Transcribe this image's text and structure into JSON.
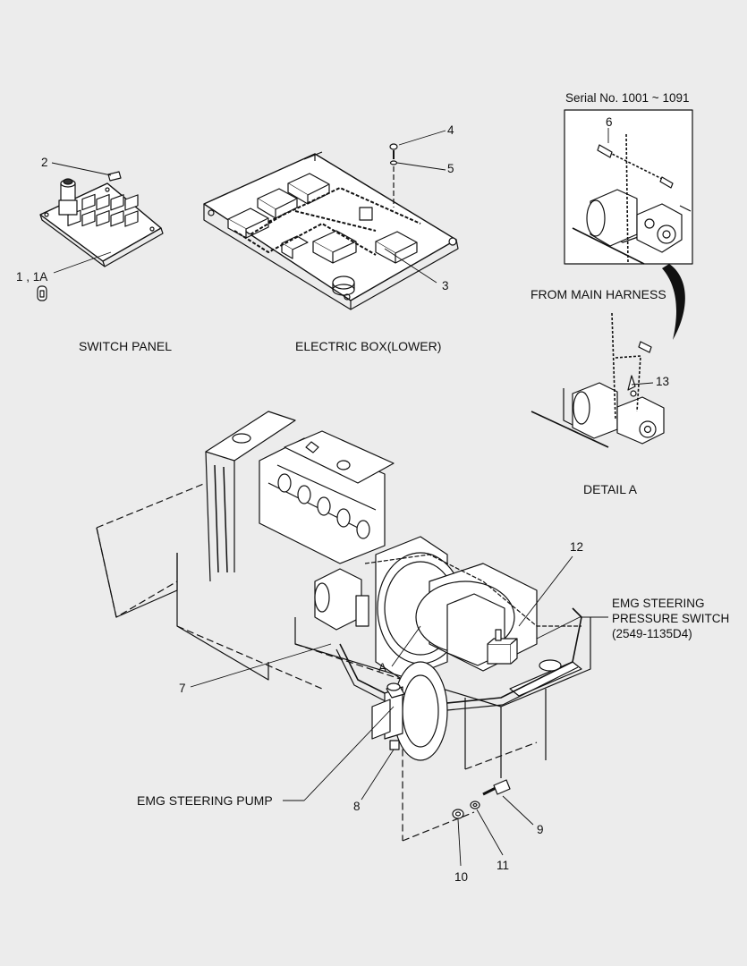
{
  "serial": "Serial No. 1001 ~ 1091",
  "captions": {
    "switch_panel": "SWITCH PANEL",
    "electric_box": "ELECTRIC BOX(LOWER)",
    "from_main_harness": "FROM MAIN HARNESS",
    "detail_a": "DETAIL  A",
    "emg_steering_pump": "EMG STEERING PUMP",
    "emg_pressure_switch_line1": "EMG STEERING",
    "emg_pressure_switch_line2": "PRESSURE SWITCH",
    "emg_pressure_switch_line3": "(2549-1135D4)"
  },
  "callouts": {
    "c1": "1 , 1A",
    "c2": "2",
    "c3": "3",
    "c4": "4",
    "c5": "5",
    "c6": "6",
    "c7": "7",
    "c8": "8",
    "c9": "9",
    "c10": "10",
    "c11": "11",
    "c12": "12",
    "c13": "13",
    "detail_marker": "A"
  },
  "colors": {
    "line": "#111111",
    "background": "#ececec"
  }
}
